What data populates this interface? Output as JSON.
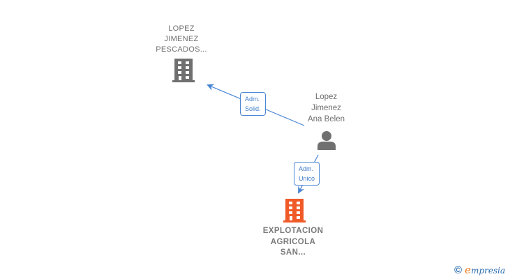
{
  "nodes": {
    "company_top": {
      "label_lines": [
        "LOPEZ",
        "JIMENEZ",
        "PESCADOS..."
      ],
      "icon": "building-icon",
      "color": "#707070"
    },
    "person": {
      "label_lines": [
        "Lopez",
        "Jimenez",
        "Ana Belen"
      ],
      "icon": "person-icon",
      "color": "#707070"
    },
    "company_main": {
      "label_lines": [
        "EXPLOTACION",
        "AGRICOLA",
        "SAN..."
      ],
      "icon": "building-icon",
      "color": "#f05a28"
    }
  },
  "edges": [
    {
      "from": "person",
      "to": "company_top",
      "label_lines": [
        "Adm.",
        "Solid."
      ]
    },
    {
      "from": "person",
      "to": "company_main",
      "label_lines": [
        "Adm.",
        "Unico"
      ]
    }
  ],
  "colors": {
    "edge": "#4a86d4"
  },
  "footer": {
    "copyright": "©",
    "brand_initial": "e",
    "brand_rest": "mpresia"
  }
}
